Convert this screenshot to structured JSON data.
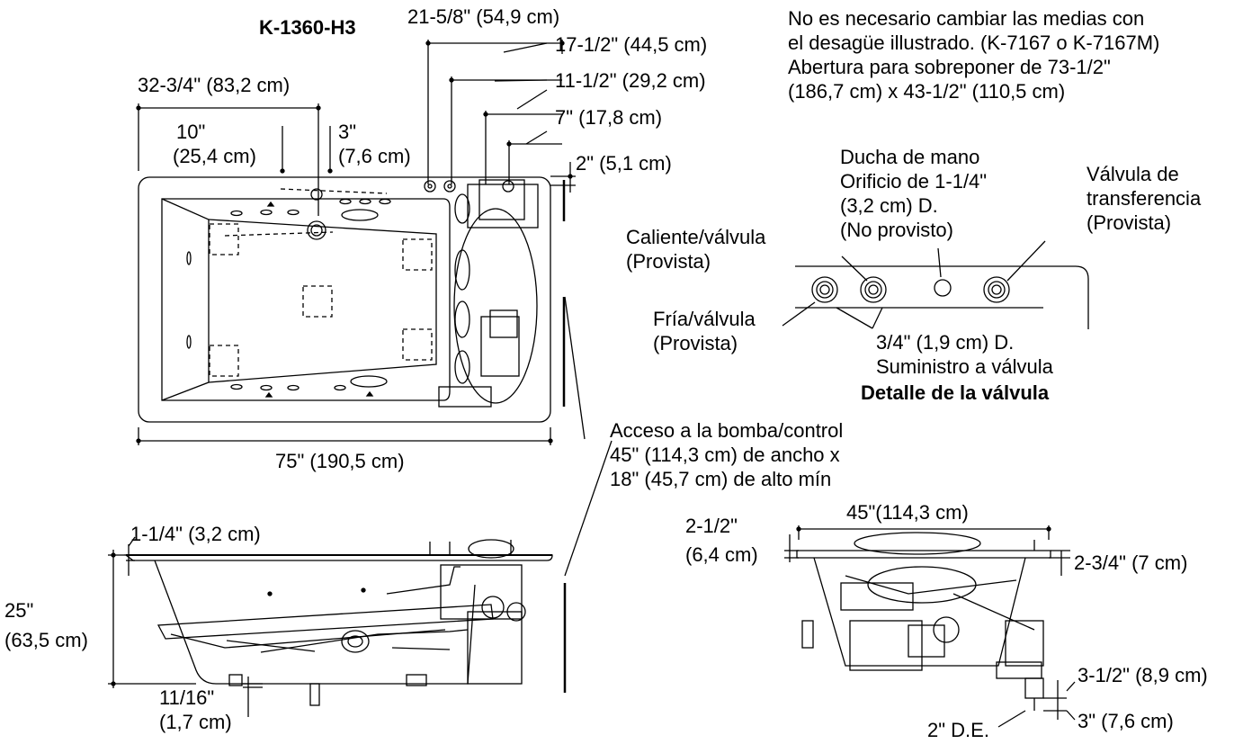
{
  "model": "K-1360-H3",
  "top_view": {
    "overall_length": "75\" (190,5 cm)",
    "dim_32_3_4": "32-3/4\" (83,2 cm)",
    "dim_10_a": "10\"",
    "dim_10_b": "(25,4 cm)",
    "dim_3_a": "3\"",
    "dim_3_b": "(7,6 cm)",
    "dim_21_5_8": "21-5/8\" (54,9 cm)",
    "dim_17_1_2": "17-1/2\" (44,5 cm)",
    "dim_11_1_2": "11-1/2\" (29,2 cm)",
    "dim_7": "7\" (17,8 cm)",
    "dim_2": "2\" (5,1 cm)"
  },
  "notes": [
    "No es necesario cambiar las medias con",
    "el desagüe illustrado. (K-7167 o K-7167M)",
    "Abertura para sobreponer de 73-1/2\"",
    "(186,7 cm) x 43-1/2\" (110,5 cm)"
  ],
  "valve_detail": {
    "title": "Detalle de la válvula",
    "hand_shower": [
      "Ducha de mano",
      "Orificio de 1-1/4\"",
      "(3,2 cm) D.",
      "(No provisto)"
    ],
    "transfer_valve": [
      "Válvula de",
      "transferencia",
      "(Provista)"
    ],
    "hot_valve": [
      "Caliente/válvula",
      "(Provista)"
    ],
    "cold_valve": [
      "Fría/válvula",
      "(Provista)"
    ],
    "supply": [
      "3/4\" (1,9 cm) D.",
      "Suministro a válvula"
    ]
  },
  "pump_access": [
    "Acceso a la bomba/control",
    "45\" (114,3 cm) de ancho x",
    "18\" (45,7 cm) de alto mín"
  ],
  "side_view": {
    "dim_1_1_4": "1-1/4\" (3,2 cm)",
    "height_a": "25\"",
    "height_b": "(63,5 cm)",
    "dim_11_16_a": "11/16\"",
    "dim_11_16_b": "(1,7 cm)"
  },
  "end_view": {
    "width": "45\"(114,3 cm)",
    "dim_2_1_2_a": "2-1/2\"",
    "dim_2_1_2_b": "(6,4 cm)",
    "dim_2_3_4": "2-3/4\" (7 cm)",
    "dim_3_1_2": "3-1/2\" (8,9 cm)",
    "dim_3": "3\" (7,6 cm)",
    "drain_od": "2\" D.E."
  }
}
